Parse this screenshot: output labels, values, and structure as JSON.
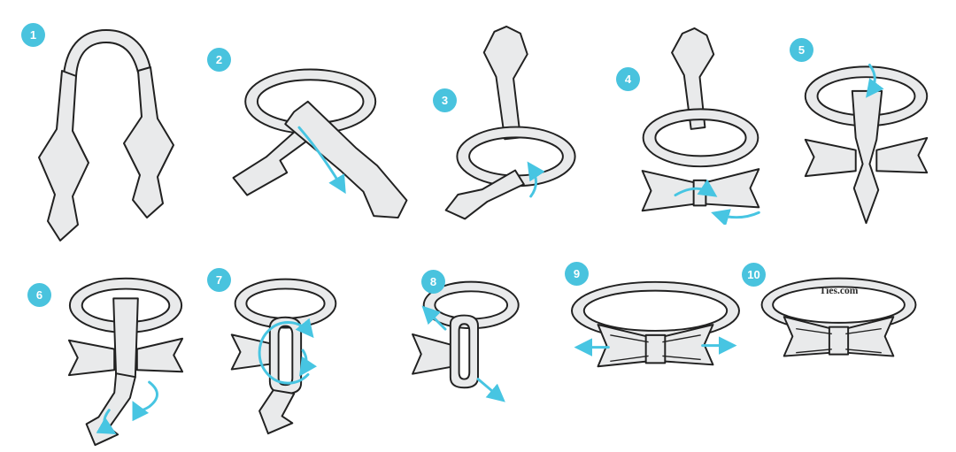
{
  "diagram": {
    "subject": "how-to-tie-a-bow-tie-instructions",
    "step_count": 10
  },
  "brand": {
    "label": "Ties.com"
  },
  "colors": {
    "background": "#ffffff",
    "badge": "#49c3de",
    "arrow": "#47c5e2",
    "tie_fill": "#e9eaeb",
    "outline": "#212121"
  },
  "steps": [
    {
      "number": "1"
    },
    {
      "number": "2"
    },
    {
      "number": "3"
    },
    {
      "number": "4"
    },
    {
      "number": "5"
    },
    {
      "number": "6"
    },
    {
      "number": "7"
    },
    {
      "number": "8"
    },
    {
      "number": "9"
    },
    {
      "number": "10"
    }
  ]
}
